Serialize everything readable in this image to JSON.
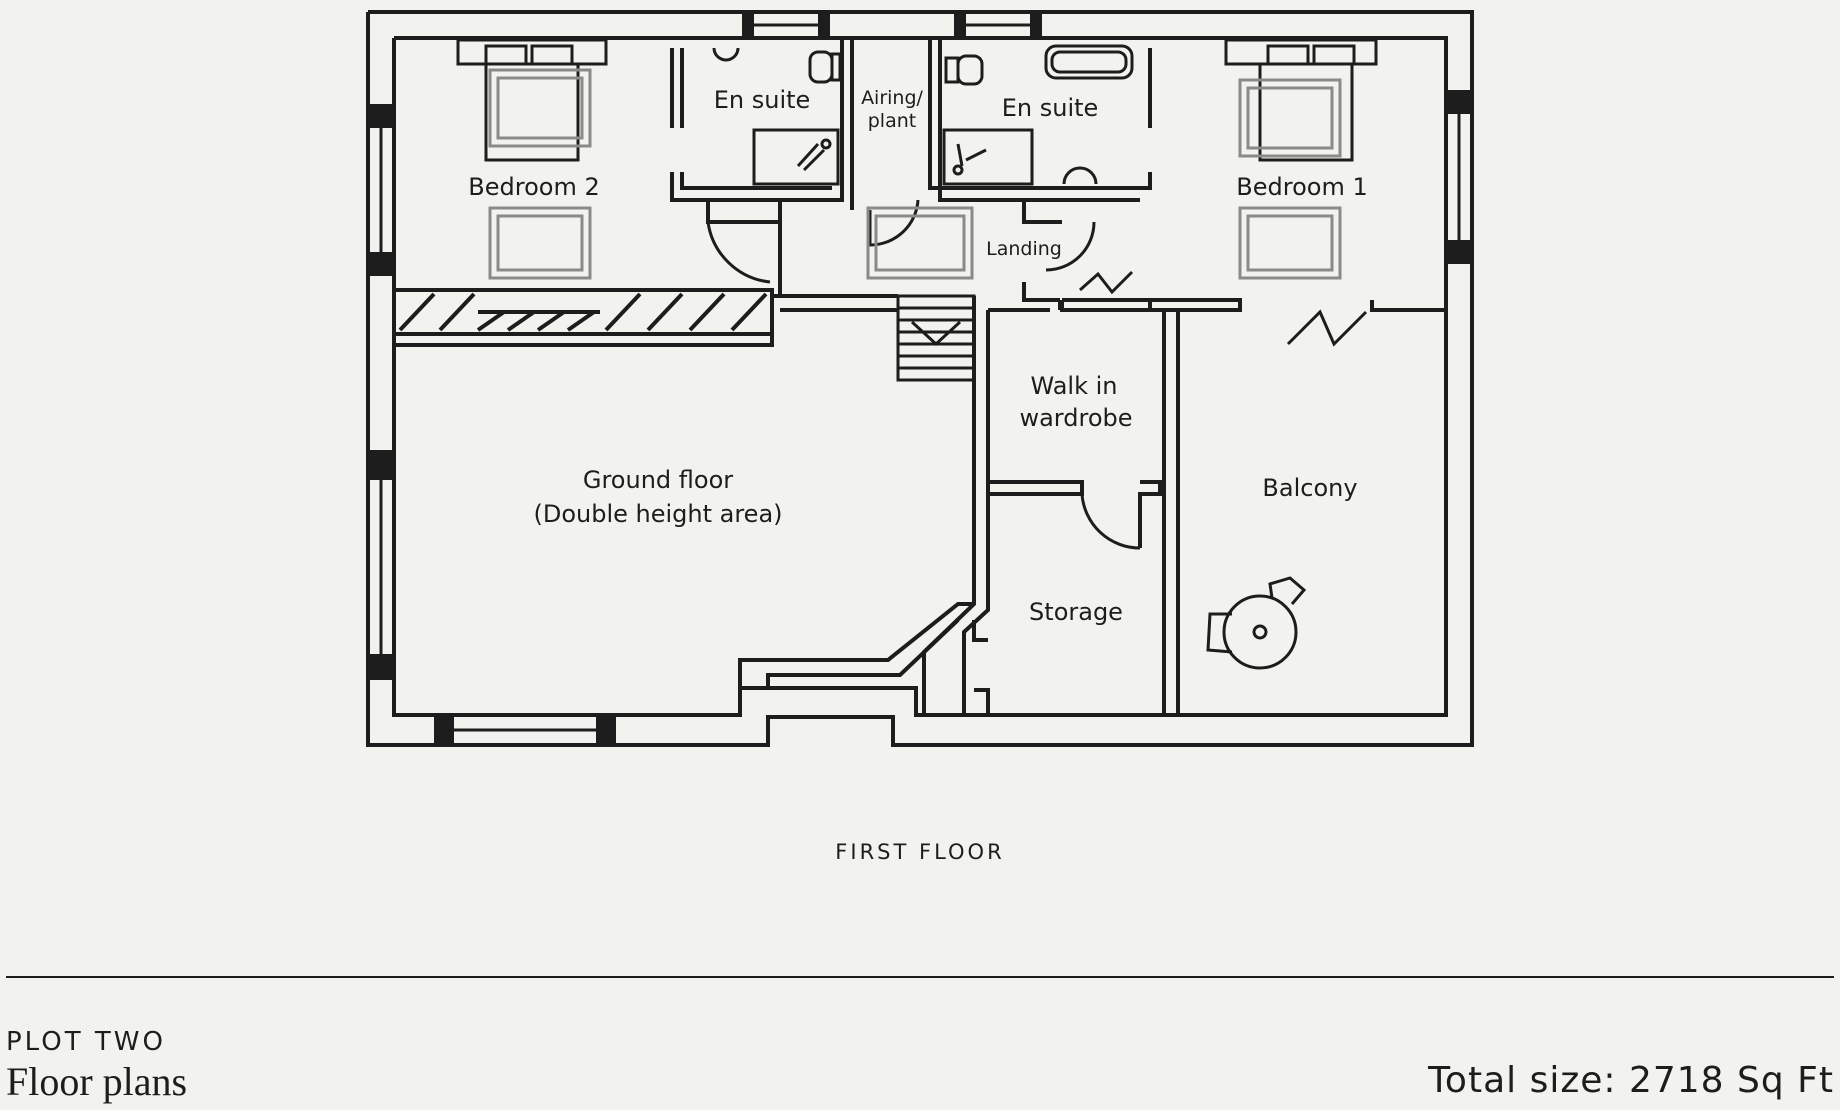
{
  "plan": {
    "floor_label": "FIRST FLOOR",
    "rooms": {
      "bedroom_2": "Bedroom 2",
      "en_suite_left": "En suite",
      "airing_line1": "Airing/",
      "airing_line2": "plant",
      "en_suite_right": "En suite",
      "bedroom_1": "Bedroom 1",
      "landing": "Landing",
      "walk_in_line1": "Walk in",
      "walk_in_line2": "wardrobe",
      "ground_line1": "Ground floor",
      "ground_line2": "(Double height area)",
      "balcony": "Balcony",
      "storage": "Storage"
    }
  },
  "footer": {
    "plot": "PLOT TWO",
    "title": "Floor plans",
    "total_size": "Total size: 2718 Sq Ft"
  },
  "colors": {
    "background": "#f2f3ee",
    "ink": "#1d1d1d",
    "furniture": "#8a8a86"
  }
}
